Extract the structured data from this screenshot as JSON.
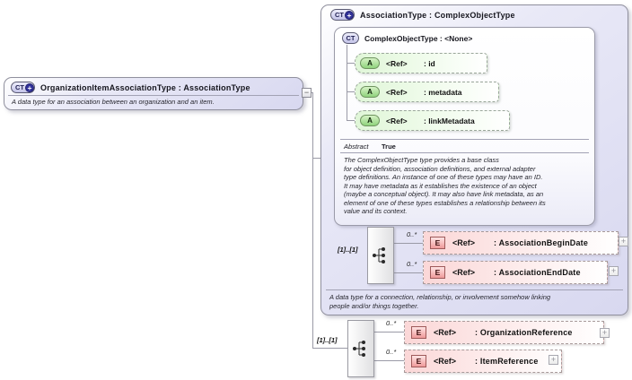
{
  "icons": {
    "ct": "CT",
    "plus_circle": "+",
    "a": "A",
    "e": "E",
    "collapse": "−",
    "expand": "+"
  },
  "colors": {
    "type_box_fill": "#d8d8f0",
    "attribute_fill": "#e0f6d8",
    "attribute_icon": "#8fd37c",
    "element_fill": "#fbd7d7",
    "element_icon": "#ef9a9a",
    "ct_plus_circle": "#31319a",
    "border": "#9a9aa6"
  },
  "root_type": {
    "title": "OrganizationItemAssociationType : AssociationType",
    "description": "A data type for an association between an organization and an item."
  },
  "association_type": {
    "title": "AssociationType : ComplexObjectType",
    "description": "A data type for a connection, relationship, or involvement somehow linking\npeople and/or things together.",
    "base": {
      "title": "ComplexObjectType : <None>",
      "attributes": [
        {
          "ref": "<Ref>",
          "name": ": id"
        },
        {
          "ref": "<Ref>",
          "name": ": metadata"
        },
        {
          "ref": "<Ref>",
          "name": ": linkMetadata"
        }
      ],
      "facet": {
        "label": "Abstract",
        "value": "True"
      },
      "description": "The ComplexObjectType type provides a base class\nfor object definition, association definitions, and external adapter\ntype definitions. An instance of one of these types may have an ID.\nIt may have metadata as it establishes the existence of an object\n(maybe a conceptual object). It may also have link metadata, as an\nelement of one of these types establishes a relationship between its\nvalue and its context."
    },
    "sequence": {
      "occurrence": "[1]..[1]",
      "elements": [
        {
          "cardinality": "0..*",
          "ref": "<Ref>",
          "name": ": AssociationBeginDate"
        },
        {
          "cardinality": "0..*",
          "ref": "<Ref>",
          "name": ": AssociationEndDate"
        }
      ]
    }
  },
  "root_sequence": {
    "occurrence": "[1]..[1]",
    "elements": [
      {
        "cardinality": "0..*",
        "ref": "<Ref>",
        "name": ": OrganizationReference"
      },
      {
        "cardinality": "0..*",
        "ref": "<Ref>",
        "name": ": ItemReference"
      }
    ]
  }
}
